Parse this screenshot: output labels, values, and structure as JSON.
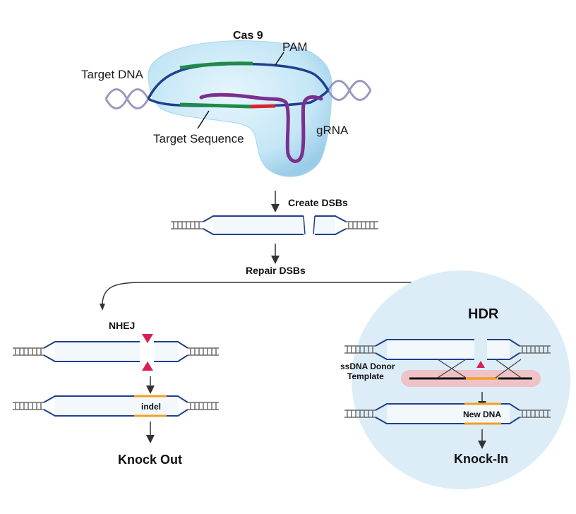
{
  "labels": {
    "cas9": "Cas 9",
    "pam": "PAM",
    "target_dna": "Target DNA",
    "target_sequence": "Target Sequence",
    "grna": "gRNA",
    "create_dsbs": "Create DSBs",
    "repair_dsbs": "Repair DSBs",
    "nhej": "NHEJ",
    "indel": "indel",
    "knock_out": "Knock Out",
    "hdr": "HDR",
    "ssdna_donor_line1": "ssDNA Donor",
    "ssdna_donor_line2": "Template",
    "new_dna": "New DNA",
    "knock_in": "Knock-In"
  },
  "colors": {
    "dna_strand": "#1f3f8f",
    "target_green": "#1f8a4a",
    "pam_red": "#d8242e",
    "grna_purple": "#7b2f8f",
    "cas9_fill": "#bfe3f5",
    "hdr_circle": "#dcedf8",
    "donor_pink": "#efc2c8",
    "insert_orange": "#f0a020",
    "cut_marker": "#d81f55",
    "ladder_gray": "#6b6b6b",
    "arrow": "#333333"
  }
}
